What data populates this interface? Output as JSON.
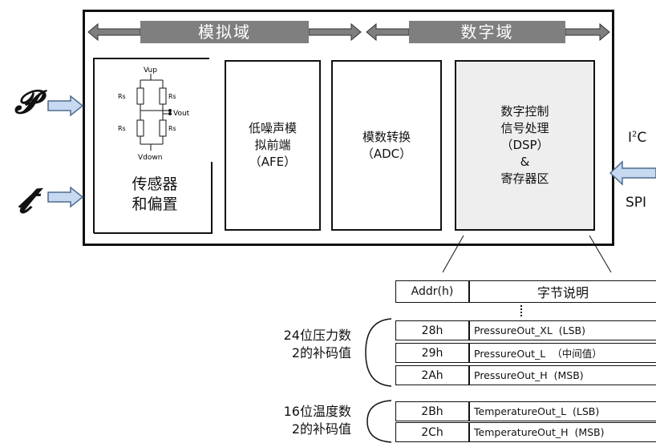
{
  "domains": {
    "analog": "模拟域",
    "digital": "数字域"
  },
  "blocks": {
    "sensor": "传感器\n和偏置",
    "afe": "低噪声模\n拟前端\n（AFE）",
    "adc": "模数转换\n（ADC）",
    "dsp": "数字控制\n信号处理\n（DSP）\n&\n寄存器区"
  },
  "circuit": {
    "vup": "Vup",
    "vdown": "Vdown",
    "vout": "Vout",
    "rs": "Rs"
  },
  "inputs": {
    "pressure": "𝓟",
    "temperature": "𝓽"
  },
  "interfaces": {
    "i2c_main": "I",
    "i2c_sup": "2",
    "i2c_tail": "C",
    "spi": "SPI"
  },
  "table": {
    "header_addr": "Addr(h)",
    "header_desc": "字节说明",
    "rows": [
      {
        "addr": "28h",
        "desc": "PressureOut_XL  (LSB)"
      },
      {
        "addr": "29h",
        "desc": "PressureOut_L  （中间值）"
      },
      {
        "addr": "2Ah",
        "desc": "PressureOut_H  (MSB)"
      },
      {
        "addr": "2Bh",
        "desc": "TemperatureOut_L  (LSB)"
      },
      {
        "addr": "2Ch",
        "desc": "TemperatureOut_H  (MSB)"
      }
    ]
  },
  "groups": {
    "pressure": "24位压力数\n2的补码值",
    "temperature": "16位温度数\n2的补码值"
  },
  "colors": {
    "arrow_fill": "#c6d9f1",
    "arrow_stroke": "#4f6b8c",
    "band": "#7f7f7f",
    "dsp_fill": "#eeeeee"
  }
}
